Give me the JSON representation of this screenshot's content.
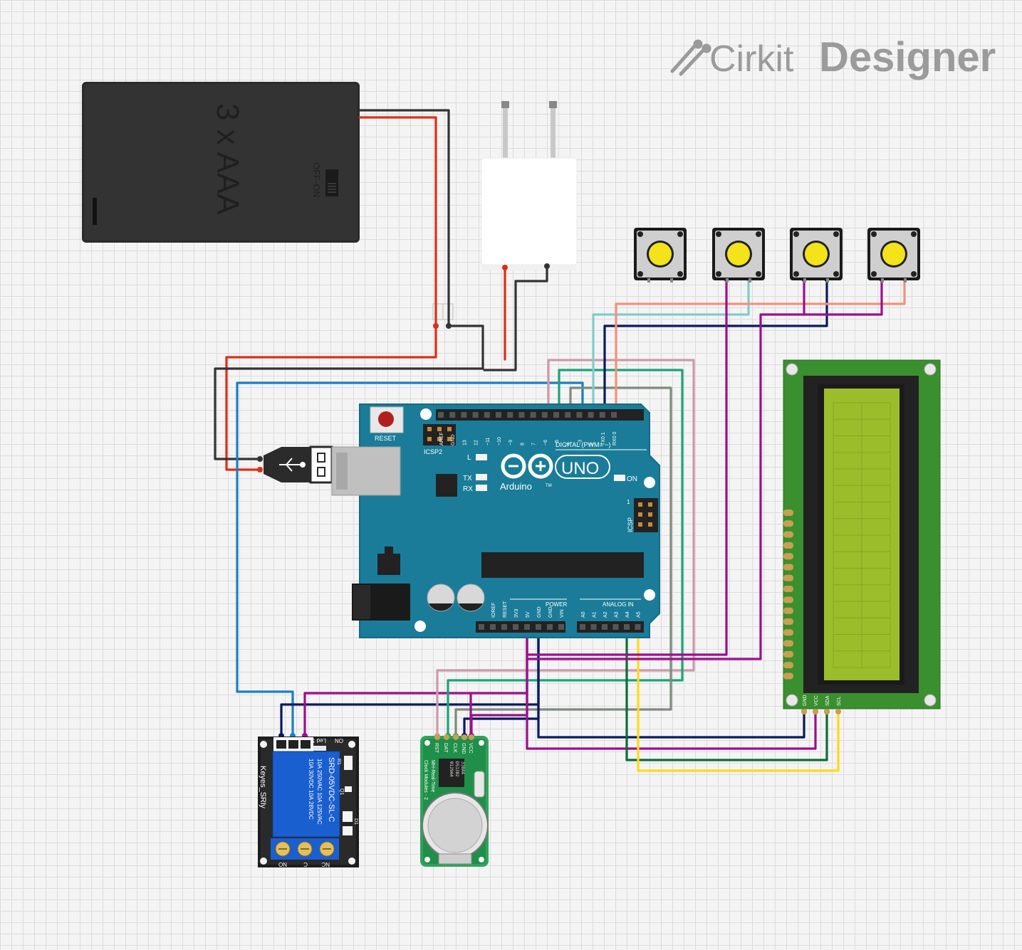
{
  "brand": {
    "name": "Cirkit",
    "product": "Designer"
  },
  "battery": {
    "label": "3 x AAA",
    "switch_label": "OFF-ON"
  },
  "arduino": {
    "reset_label": "RESET",
    "icsp2_label": "ICSP2",
    "icsp_label": "ICSP",
    "icsp_pin1": "1",
    "led_l": "L",
    "led_tx": "TX",
    "led_rx": "RX",
    "led_on": "ON",
    "logo_text": "Arduino",
    "model": "UNO",
    "tm": "TM",
    "digital_label": "DIGITAL (PWM= ~)",
    "digital_pins": [
      "AREF",
      "GND",
      "13",
      "12",
      "~11",
      "~10",
      "~9",
      "8",
      "7",
      "~6",
      "~5",
      "4",
      "~3",
      "2",
      "TX0 1",
      "RX0 0"
    ],
    "power_label": "POWER",
    "power_pins": [
      "IOREF",
      "RESET",
      "3V3",
      "5V",
      "GND",
      "GND",
      "VIN"
    ],
    "analog_label": "ANALOG IN",
    "analog_pins": [
      "A0",
      "A1",
      "A2",
      "A3",
      "A4",
      "A5"
    ]
  },
  "relay": {
    "brand": "Keyes_SRly",
    "part": "SRD-05VDC-SL-C",
    "rating1": "10A 250VAC  10A 125VAC",
    "rating2": "10A  30VDC  10A  28VDC",
    "pins": [
      "S",
      "Led",
      "ON"
    ],
    "terminals": [
      "NO",
      "C",
      "NC"
    ],
    "r1": "R1",
    "d1": "D1",
    "q1": "Q1"
  },
  "rtc": {
    "pins": [
      "RST",
      "DAT",
      "CLK",
      "GND",
      "VCC"
    ],
    "title": "MH-Real-Time",
    "subtitle": "Clock Modules - 2",
    "chip": "DS1302",
    "chip_code": "0129A4",
    "chip_code2": "330AA"
  },
  "lcd": {
    "pins": [
      "GND",
      "VCC",
      "SDA",
      "SCL"
    ]
  },
  "buttons": {
    "count": 4
  },
  "wire_colors": {
    "red": "#d93018",
    "black": "#333333",
    "blue": "#1a7fc0",
    "navy": "#0a1a5c",
    "purple": "#9b0f8c",
    "salmon": "#f4907a",
    "teal": "#80cccc",
    "green": "#1aa37a",
    "pink": "#cc9aaa",
    "gray": "#7d8a7d",
    "darkgreen": "#0d6b3a",
    "yellow": "#ffd91a"
  }
}
